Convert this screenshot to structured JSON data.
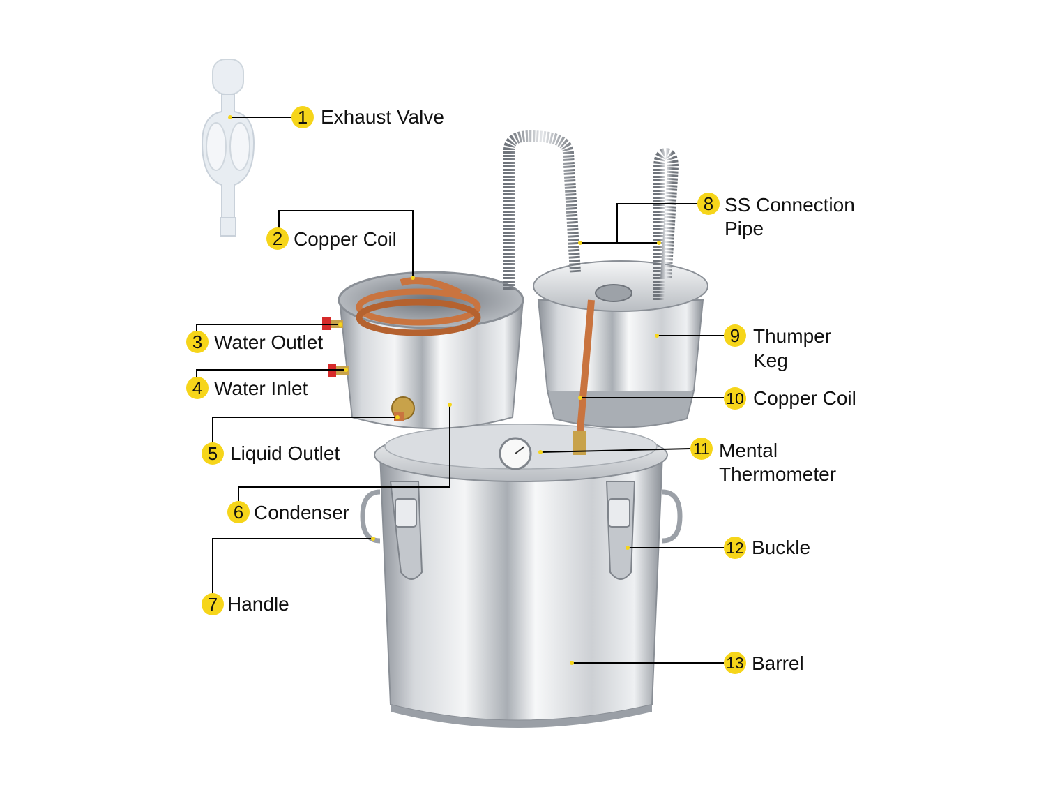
{
  "colors": {
    "badge": "#F6D51A",
    "leader": "#000000",
    "steel_light": "#F2F3F5",
    "steel_mid": "#C9CCD1",
    "steel_dark": "#7E838B",
    "copper": "#C9743F",
    "brass": "#C8A24A",
    "airlock": "#E9EEF3",
    "valve_red": "#D62A2A"
  },
  "callouts": [
    {
      "num": "1",
      "label": "Exhaust Valve"
    },
    {
      "num": "2",
      "label": "Copper Coil"
    },
    {
      "num": "3",
      "label": "Water Outlet"
    },
    {
      "num": "4",
      "label": "Water Inlet"
    },
    {
      "num": "5",
      "label": "Liquid Outlet"
    },
    {
      "num": "6",
      "label": "Condenser"
    },
    {
      "num": "7",
      "label": "Handle"
    },
    {
      "num": "8",
      "label_line1": "SS Connection",
      "label_line2": "Pipe"
    },
    {
      "num": "9",
      "label_line1": "Thumper",
      "label_line2": "Keg"
    },
    {
      "num": "10",
      "label": "Copper Coil"
    },
    {
      "num": "11",
      "label_line1": "Mental",
      "label_line2": "Thermometer"
    },
    {
      "num": "12",
      "label": "Buckle"
    },
    {
      "num": "13",
      "label": "Barrel"
    }
  ]
}
